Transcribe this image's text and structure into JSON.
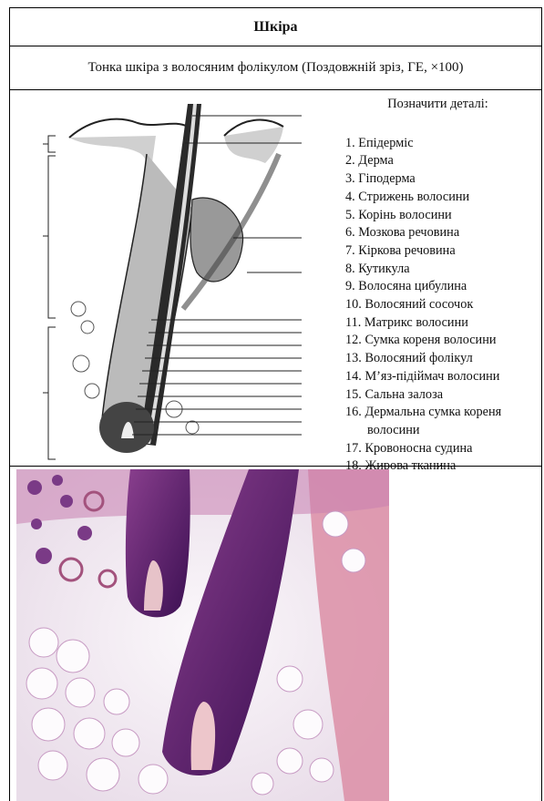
{
  "header": {
    "title": "Шкіра"
  },
  "subtitle": "Тонка шкіра з волосяним фолікулом (Поздовжній зріз, ГЕ, ×100)",
  "legend": {
    "heading": "Позначити деталі:",
    "items": [
      "1. Епідерміс",
      "2. Дерма",
      "3. Гіподерма",
      "4. Стрижень волосини",
      "5. Корінь волосини",
      "6. Мозкова речовина",
      "7. Кіркова речовина",
      "8. Кутикула",
      "9. Волосяна цибулина",
      "10. Волосяний сосочок",
      "11. Матрикс волосини",
      "12. Сумка кореня волосини",
      "13. Волосяний фолікул",
      "14. М’яз-підіймач волосини",
      "15. Сальна залоза",
      "16. Дермальна сумка кореня волосини",
      "17. Кровоносна судина",
      "18. Жирова тканина"
    ]
  },
  "colors": {
    "stain_purple": "#5b1f78",
    "stain_pink": "#d98aa0",
    "fat_white": "#f6f2f6"
  }
}
